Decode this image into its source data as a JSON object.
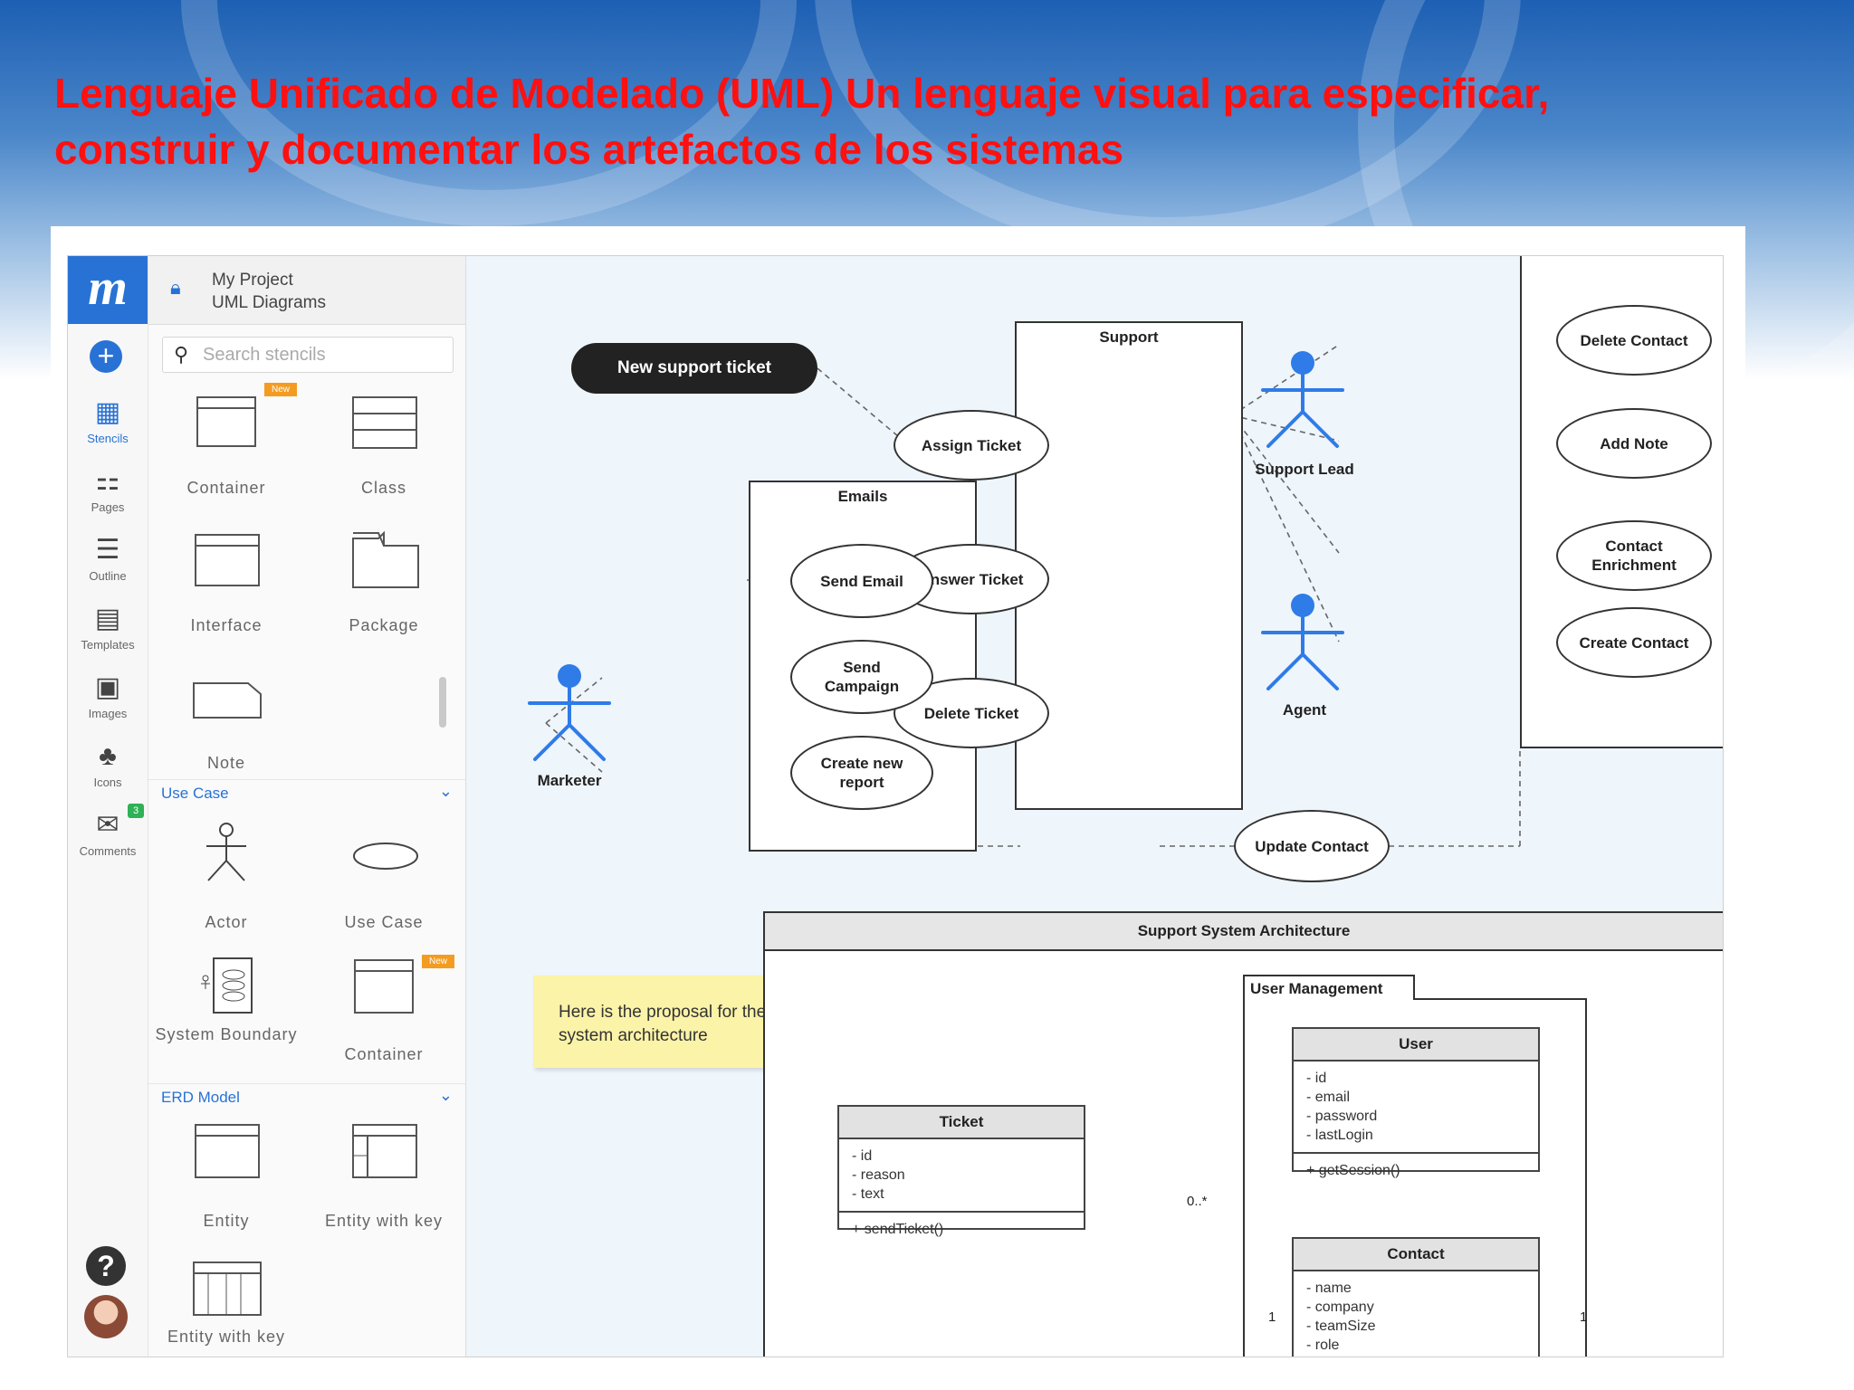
{
  "slide": {
    "title_line1": "Lenguaje Unificado de Modelado (UML) Un lenguaje visual para especificar,",
    "title_line2": "construir y documentar los artefactos de los sistemas",
    "title_color": "#ff1010"
  },
  "app": {
    "logo": "m",
    "accent": "#2872d6",
    "project": {
      "name": "My Project",
      "document": "UML Diagrams"
    },
    "rail": [
      {
        "label": "Stencils",
        "icon": "stencils-icon",
        "glyph": "▦"
      },
      {
        "label": "Pages",
        "icon": "pages-icon",
        "glyph": "⚏"
      },
      {
        "label": "Outline",
        "icon": "outline-icon",
        "glyph": "☰"
      },
      {
        "label": "Templates",
        "icon": "templates-icon",
        "glyph": "▤"
      },
      {
        "label": "Images",
        "icon": "images-icon",
        "glyph": "▣"
      },
      {
        "label": "Icons",
        "icon": "club-icon",
        "glyph": "♣"
      },
      {
        "label": "Comments",
        "icon": "comments-icon",
        "glyph": "✉"
      }
    ],
    "comments_badge": "3",
    "help": "?",
    "search_placeholder": "Search stencils",
    "new_tag": "New",
    "stencils": {
      "container": "Container",
      "class": "Class",
      "interface": "Interface",
      "package": "Package",
      "note": "Note",
      "actor": "Actor",
      "use_case": "Use Case",
      "system_boundary": "System Boundary",
      "container2": "Container",
      "entity": "Entity",
      "entity_with_key": "Entity with key",
      "entity_with_key2": "Entity with key"
    },
    "sections": {
      "use_case": "Use Case",
      "erd_model": "ERD Model"
    }
  },
  "diagram": {
    "new_ticket": "New support ticket",
    "actors": {
      "marketer": "Marketer",
      "support_lead": "Support Lead",
      "agent": "Agent"
    },
    "actor_color": "#2f7be8",
    "support": {
      "title": "Support",
      "assign": "Assign Ticket",
      "answer": "Answer Ticket",
      "delete": "Delete Ticket"
    },
    "emails": {
      "title": "Emails",
      "send_email": "Send Email",
      "send_campaign": "Send Campaign",
      "create_report": "Create new report"
    },
    "contacts": {
      "delete": "Delete Contact",
      "add_note": "Add Note",
      "enrichment": "Contact Enrichment",
      "create": "Create Contact"
    },
    "update_contact": "Update Contact",
    "note_text": "Here is the proposal for the support system architecture",
    "architecture": {
      "title": "Support System Architecture",
      "package": "User Management",
      "ticket": {
        "name": "Ticket",
        "attrs": [
          "- id",
          "- reason",
          "- text"
        ],
        "ops": [
          "+ sendTicket()"
        ]
      },
      "user": {
        "name": "User",
        "attrs": [
          "- id",
          "- email",
          "- password",
          "- lastLogin"
        ],
        "ops": [
          "+ getSession()"
        ]
      },
      "contact": {
        "name": "Contact",
        "attrs": [
          "- name",
          "- company",
          "- teamSize",
          "- role"
        ]
      },
      "mult_many": "0..*",
      "mult_one_a": "1",
      "mult_one_b": "1"
    }
  }
}
